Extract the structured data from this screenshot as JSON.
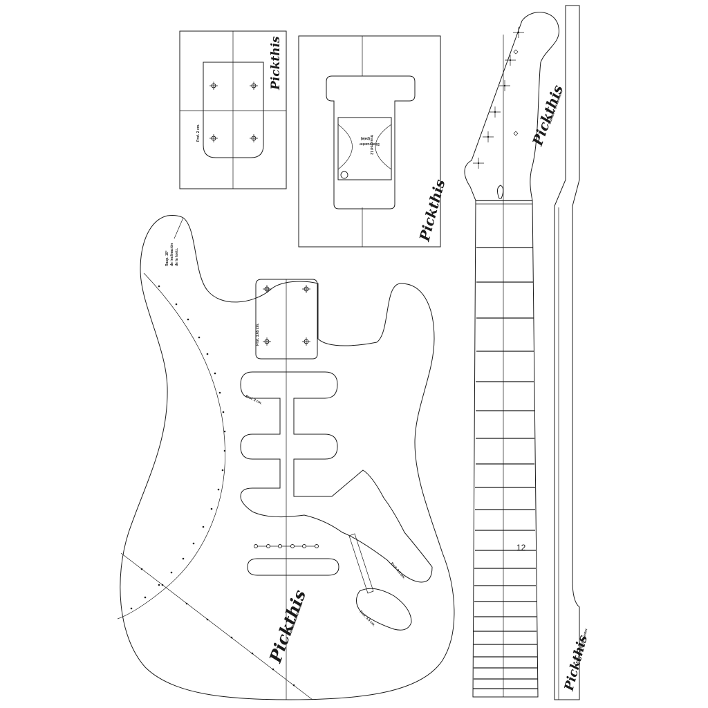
{
  "brand": {
    "logo_text": "Pickthis",
    "model_text": "Standard Stratocaster"
  },
  "annotations": {
    "neck_pocket_depth": "Prof. 1.65 cm.",
    "neck_plate_depth": "Prof. 2 cm.",
    "pickup_cavity_depth": "Prof. 2 cm.",
    "control_cavity_depth": "Prof. 3.5 cm.",
    "jack_depth": "Prof. 3.5 cm.",
    "arm_bevel_line1": "Rasp. 10°",
    "arm_bevel_line2": "de inclinación",
    "arm_bevel_line3": "de la horiz.",
    "headstock_template_line1": "Stratocaster",
    "headstock_template_line2": "(pala)",
    "headstock_template_line3": "truss rod 12"
  },
  "fretboard": {
    "marker_label": "12"
  }
}
